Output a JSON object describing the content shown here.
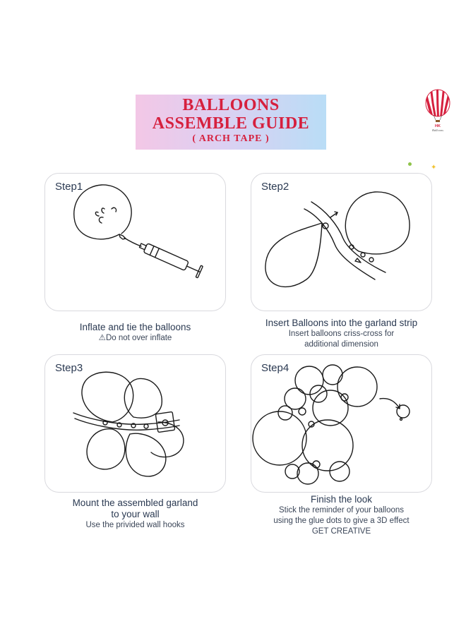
{
  "banner": {
    "line1": "BALLOONS",
    "line2": "ASSEMBLE  GUIDE",
    "line3": "( ARCH TAPE )"
  },
  "logo": {
    "text": "HK",
    "script": "Balloons"
  },
  "steps": [
    {
      "label": "Step1",
      "main": "Inflate and tie the balloons",
      "sub": [
        "⚠Do not over inflate"
      ]
    },
    {
      "label": "Step2",
      "main": "Insert Balloons into the garland strip",
      "sub": [
        "Insert balloons criss-cross for",
        "additional dimension"
      ]
    },
    {
      "label": "Step3",
      "main": "Mount the assembled garland",
      "main2": "to your wall",
      "sub": [
        "Use the privided wall hooks"
      ]
    },
    {
      "label": "Step4",
      "main": "Finish the look",
      "sub": [
        "Stick the reminder of your balloons",
        "using the glue dots to give a 3D effect",
        "GET CREATIVE"
      ]
    }
  ],
  "colors": {
    "title_red": "#d6203e",
    "text": "#2b3a52",
    "card_border": "#d9d9de"
  }
}
